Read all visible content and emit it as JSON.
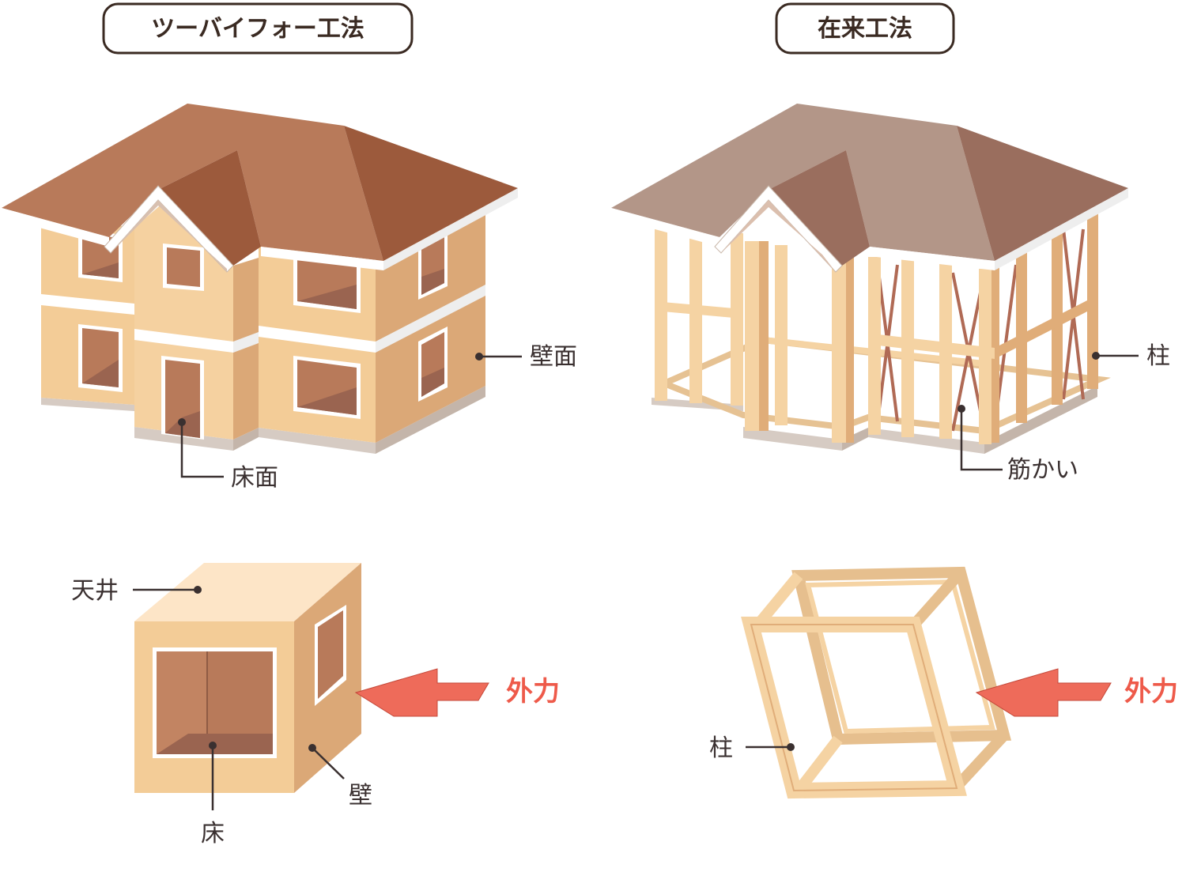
{
  "titles": {
    "two_by_four": "ツーバイフォー工法",
    "conventional": "在来工法"
  },
  "labels": {
    "wall_surface": "壁面",
    "floor_surface": "床面",
    "column_top": "柱",
    "brace": "筋かい",
    "ceiling": "天井",
    "floor": "床",
    "wall": "壁",
    "external_force_left": "外力",
    "external_force_right": "外力",
    "column_bottom": "柱"
  },
  "colors": {
    "roof_left_light": "#b87a5a",
    "roof_left_dark": "#9c5a3c",
    "roof_right_light": "#b39688",
    "roof_right_dark": "#9a6e5e",
    "wall_front": "#f3cc97",
    "wall_side": "#dba877",
    "timber_light": "#f5d3a3",
    "timber_dark": "#e0ad79",
    "window_inner": "#b87a5a",
    "force_arrow": "#ee6b5a",
    "force_text": "#ee5a4a",
    "brace": "#b06a55"
  }
}
